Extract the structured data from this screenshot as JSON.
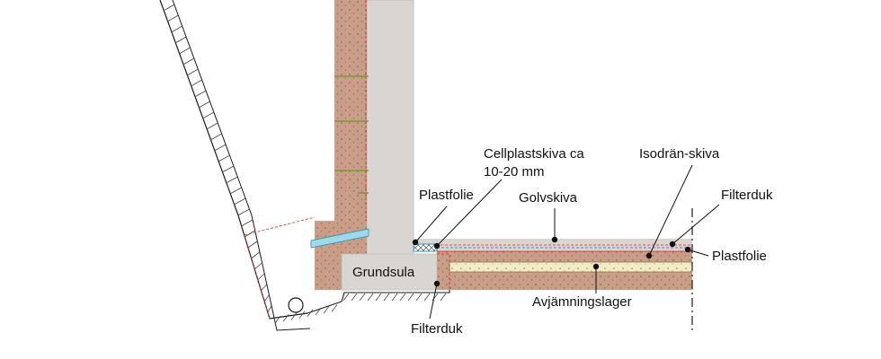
{
  "labels": {
    "cellplast_line1": "Cellplastskiva ca",
    "cellplast_line2": "10-20 mm",
    "isodran": "Isodrän-skiva",
    "plastfolie_left": "Plastfolie",
    "golvskiva": "Golvskiva",
    "filterduk_right": "Filterduk",
    "plastfolie_right": "Plastfolie",
    "grundsula": "Grundsula",
    "avjamningslager": "Avjämningslager",
    "filterduk_bottom": "Filterduk"
  },
  "colors": {
    "wall": "#d9d5d3",
    "insulation": "#c89e88",
    "insulation_dots": "#9a6a55",
    "sand_layer": "#f3ebc7",
    "foil_red": "#e02020",
    "foil_blue": "#3b63c4",
    "drain_blue": "#9fd8e8",
    "line": "#1a1a1a",
    "hatch": "#444444"
  }
}
